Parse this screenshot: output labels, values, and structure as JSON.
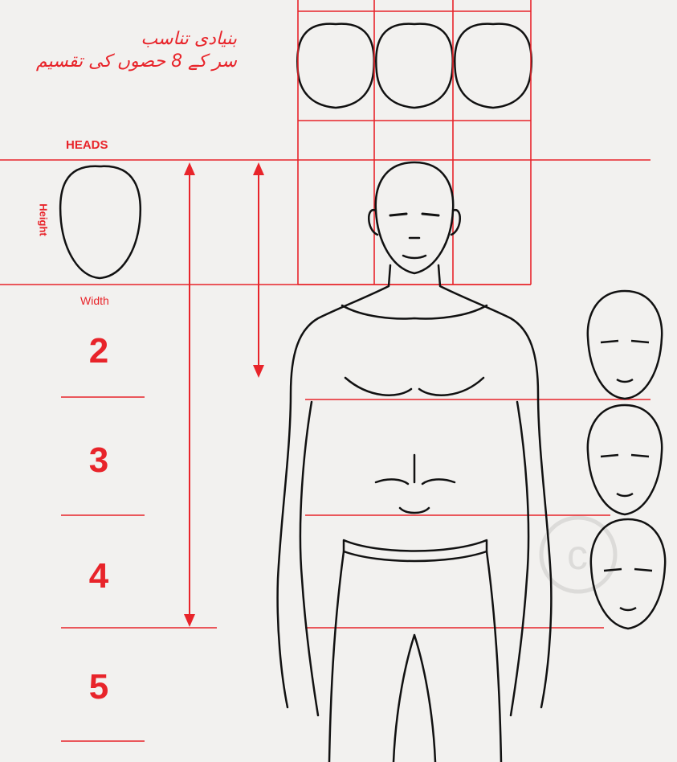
{
  "title": {
    "line1": "بنیادی تناسب",
    "line2": "سر کے 8 حصوں کی تقسیم"
  },
  "labels": {
    "heads": "HEADS",
    "height": "Height",
    "width": "Width"
  },
  "head_counts": [
    "2",
    "3",
    "4",
    "5"
  ],
  "colors": {
    "accent": "#e8242a",
    "ink": "#111111",
    "background": "#f2f1ef",
    "watermark": "#d9d8d6"
  }
}
